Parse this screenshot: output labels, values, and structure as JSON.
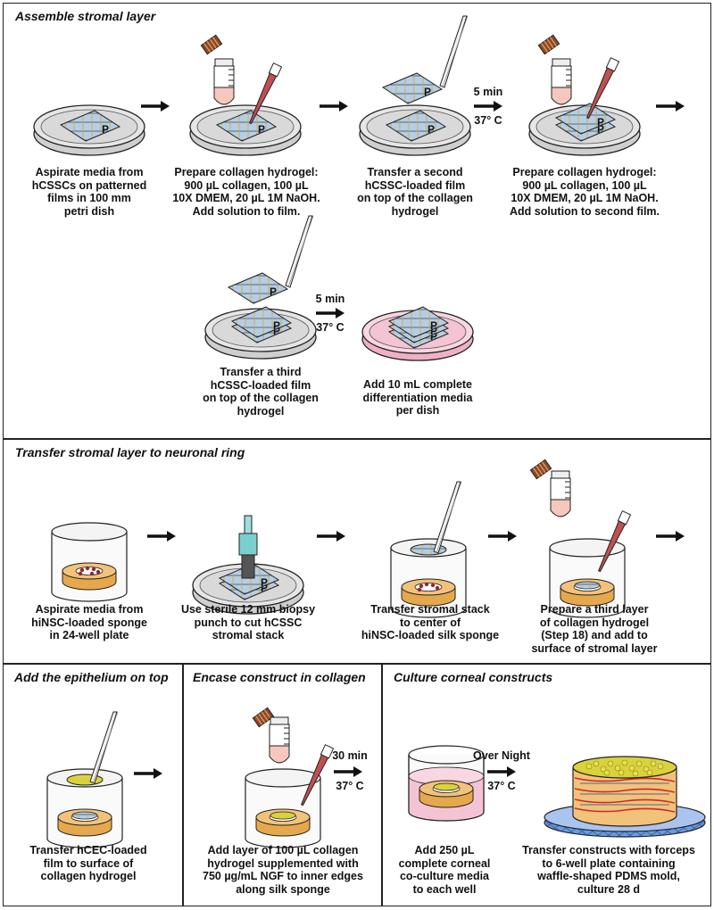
{
  "panels": {
    "stromal": {
      "title": "Assemble stromal layer",
      "captions": [
        "Aspirate media from\nhCSSCs on patterned\nfilms in 100 mm\npetri dish",
        "Prepare collagen hydrogel:\n900 µL collagen, 100 µL\n10X DMEM, 20 µL 1M NaOH.\nAdd solution to film.",
        "Transfer a second\nhCSSC-loaded film\non top of the collagen\nhydrogel",
        "Prepare collagen hydrogel:\n900 µL collagen, 100 µL\n10X DMEM, 20 µL 1M NaOH.\nAdd solution to second film.",
        "Transfer a third\nhCSSC-loaded film\non top of the collagen\nhydrogel",
        "Add 10 mL complete\ndifferentiation media\nper dish"
      ],
      "conditions": [
        {
          "time": "5 min",
          "temp": "37° C"
        },
        {
          "time": "5 min",
          "temp": "37° C"
        }
      ],
      "film_label": "P"
    },
    "transfer": {
      "title": "Transfer stromal layer to neuronal ring",
      "captions": [
        "Aspirate media from\nhiNSC-loaded sponge\nin 24-well plate",
        "Use sterile 12 mm biopsy\npunch to cut hCSSC\nstromal stack",
        "Transfer stromal stack\nto center of\nhiNSC-loaded silk sponge",
        "Prepare a third layer\nof collagen hydrogel\n(Step 18) and add to\nsurface of stromal layer"
      ]
    },
    "epithelium": {
      "title": "Add the epithelium on top",
      "caption": "Transfer hCEC-loaded\nfilm to surface of\ncollagen hydrogel"
    },
    "encase": {
      "title": "Encase construct in collagen",
      "caption": "Add layer of 100 µL collagen\nhydrogel supplemented with\n750 µg/mL NGF to inner edges\nalong silk sponge",
      "condition": {
        "time": "30 min",
        "temp": "37° C"
      }
    },
    "culture": {
      "title": "Culture corneal constructs",
      "captions": [
        "Add 250 µL\ncomplete corneal\nco-culture media\nto each well",
        "Transfer constructs with forceps\nto 6-well plate containing\nwaffle-shaped PDMS mold,\nculture 28 d"
      ],
      "condition": {
        "time": "Over Night",
        "temp": "37° C"
      }
    }
  },
  "colors": {
    "dish": "#d9d9d9",
    "film": "#b8cde0",
    "collagen_tube": "#f6c7bd",
    "media_pink": "#f4c4d4",
    "sponge": "#f3c27a",
    "epithelium": "#d9d23c",
    "nerve": "#cc2a2a",
    "mold": "#5b8fd0"
  }
}
